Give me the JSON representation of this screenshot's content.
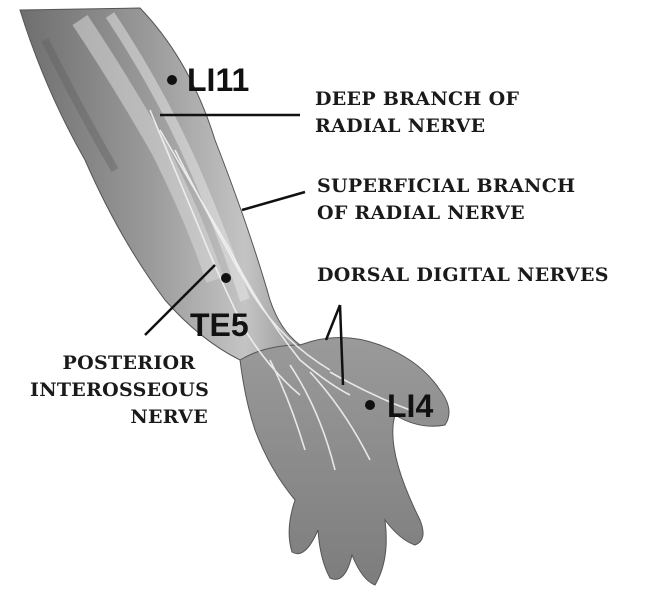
{
  "points": {
    "li11": "LI11",
    "te5": "TE5",
    "li4": "LI4"
  },
  "nerves": {
    "deep_branch": [
      "DEEP BRANCH OF",
      "RADIAL NERVE"
    ],
    "superficial_branch": [
      "SUPERFICIAL BRANCH",
      "OF RADIAL NERVE"
    ],
    "dorsal_digital": "DORSAL DIGITAL NERVES",
    "posterior_interosseous": [
      "POSTERIOR",
      "INTEROSSEOUS",
      "NERVE"
    ]
  },
  "colors": {
    "skin_dark": "#7a7a7a",
    "skin_light": "#b5b5b5",
    "nerve": "#eeeeee",
    "ink": "#111111"
  }
}
